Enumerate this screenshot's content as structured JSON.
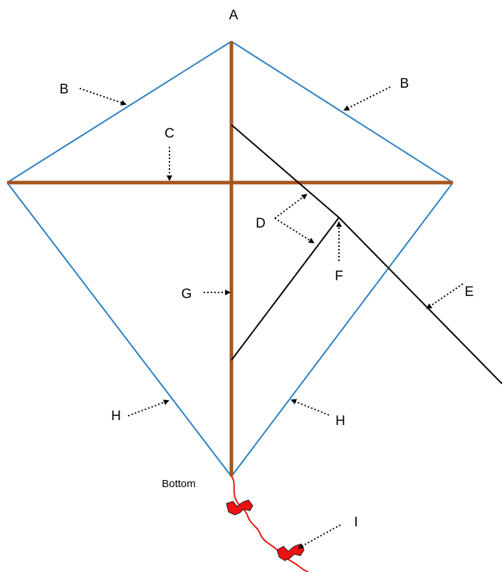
{
  "labels": {
    "a": "A",
    "b_left": "B",
    "b_right": "B",
    "c": "C",
    "d": "D",
    "e": "E",
    "f": "F",
    "g": "G",
    "h_left": "H",
    "h_right": "H",
    "i": "I",
    "bottom": "Bottom"
  },
  "colors": {
    "kite_edges": "#2a7fc1",
    "spars": "#a5561c",
    "bridle_and_line": "#000000",
    "tail": "#e8170f",
    "tail_bows": "#ee1111"
  }
}
